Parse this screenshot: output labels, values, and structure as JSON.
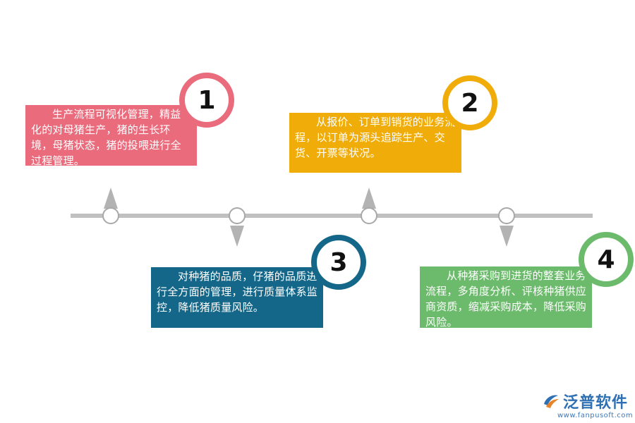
{
  "steps": [
    {
      "number": "1",
      "text": "生产流程可视化管理，精益化的对母猪生产，猪的生长环境，母猪状态，猪的投喂进行全过程管理。",
      "color": "#e96b7c"
    },
    {
      "number": "2",
      "text": "从报价、订单到销货的业务流程，以订单为源头追踪生产、交货、开票等状况。",
      "color": "#f0ad0a"
    },
    {
      "number": "3",
      "text": "对种猪的品质，仔猪的品质进行全方面的管理，进行质量体系监控，降低猪质量风险。",
      "color": "#156789"
    },
    {
      "number": "4",
      "text": "从种猪采购到进货的整套业务流程，多角度分析、评核种猪供应商资质，缩减采购成本，降低采购风险。",
      "color": "#6cbb6c"
    }
  ],
  "logo": {
    "name": "泛普软件",
    "url": "www.fanpusoft.com",
    "icon": "fanpu-logo-icon"
  },
  "colors": {
    "line": "#c0c0c0",
    "marker": "#b3b3b3"
  }
}
